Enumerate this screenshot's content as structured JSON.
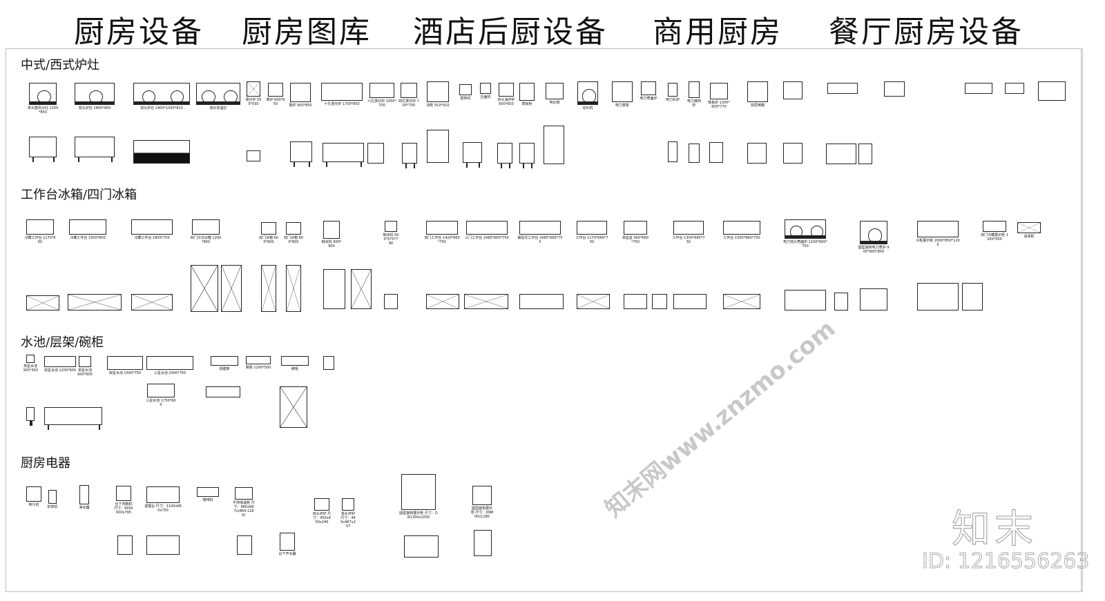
{
  "titles": [
    "厨房设备",
    "厨房图库",
    "酒店后厨设备",
    "商用厨房",
    "餐厅厨房设备"
  ],
  "sections": [
    "中式/西式炉灶",
    "工作台冰箱/四门冰箱",
    "水池/层架/碗柜",
    "厨房电器"
  ],
  "stove_labels": [
    "单头鼓风炒灶 1200*850",
    "双头炉灶 1800*900",
    "双头炉灶 2400*1000*810",
    "双炒双温灶",
    "煲仔炉 550*550",
    "蒸炉 600*650",
    "蒸炉 900*850",
    "十孔煲仔炉 1700*850",
    "六孔煲仔炉 1050*700",
    "四孔煲仔炉 700*700",
    "凉柜 910*910",
    "搅拌机",
    "压面机",
    "双头油炸炉 600*650",
    "蒸饭柜",
    "电炒锅",
    "切片机",
    "电力蒸柜",
    "电力煮面炉",
    "电力扒炉",
    "电力烤肉炉",
    "蒸板炉 1200*600*770",
    "双层烤箱"
  ],
  "fridge_labels": [
    "冷藏工作台 1270*660",
    "冷藏工作台 1500*800",
    "冷藏工作台 1800*750",
    "四门冷冻冰箱 1200*800",
    "双门冰箱 600*800",
    "双门冰箱 600*800",
    "制冰机 900*900",
    "制冰机 500*570*790",
    "双门工作台 1420*660*750",
    "三门工作台 1685*660*750",
    "抽屉式工作台 1685*660*750",
    "工作台 1270*660*750",
    "单星盆 900*660*750",
    "工作台 1300*660*750",
    "工作台 1500*660*750",
    "电力双头煮面炉 1100*600*750",
    "圆型旋转电力煮炉 900*900*800",
    "冷柜展示柜 2000*850*1200",
    "双门冷藏展示柜 1200*500",
    "消毒柜"
  ],
  "sink_labels": [
    "单星水池 300*300",
    "双星水池 1200*600",
    "单星水池 600*600",
    "双星水池 1500*750",
    "三星水池 2000*750",
    "三星水池 1750*660",
    "烧腊架",
    "碗柜 1200*500",
    "碗柜"
  ],
  "appliance_labels": [
    "榨汁机",
    "奶茶机",
    "净水器",
    "台下洗碗机 尺寸：600x600x795",
    "调理台 尺寸：1100x660x750",
    "咖啡机",
    "牛肉保温柜 尺寸：860x687x(864-1186)",
    "双头炸炉 尺寸：450x450x240",
    "单头炸炉 尺寸：495x467x207",
    "圆型旋转展示柜 尺寸：DN1350x1000",
    "圆型面包展示柜 尺寸：DN800x1180",
    "台下开水器"
  ],
  "watermark": {
    "logo": "知末",
    "id": "ID: 1216556263",
    "site": "知末网www.znzmo.com"
  }
}
